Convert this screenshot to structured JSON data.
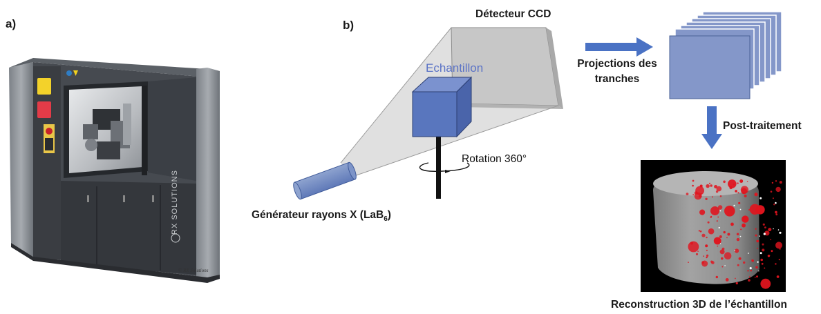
{
  "panel_a": {
    "letter": "a)",
    "copyright": "© RX Solutions",
    "brand": "RX SOLUTIONS"
  },
  "panel_b": {
    "letter": "b)",
    "detector": "Détecteur CCD",
    "sample": "Echantillon",
    "rotation": "Rotation 360°",
    "source_prefix": "Générateur rayons X (LaB",
    "source_subscript": "6",
    "source_suffix": ")",
    "projections_line1": "Projections des",
    "projections_line2": "tranches",
    "post_processing": "Post-traitement",
    "reconstruction": "Reconstruction 3D de l’échantillon"
  },
  "colors": {
    "accent_blue": "#4a72c4",
    "cube_blue": "#5976be",
    "beam_gray": "#d3d3d3",
    "detector_gray": "#c4c4c4",
    "machine_dark": "#3d4147",
    "pore_red": "#e0141e"
  }
}
